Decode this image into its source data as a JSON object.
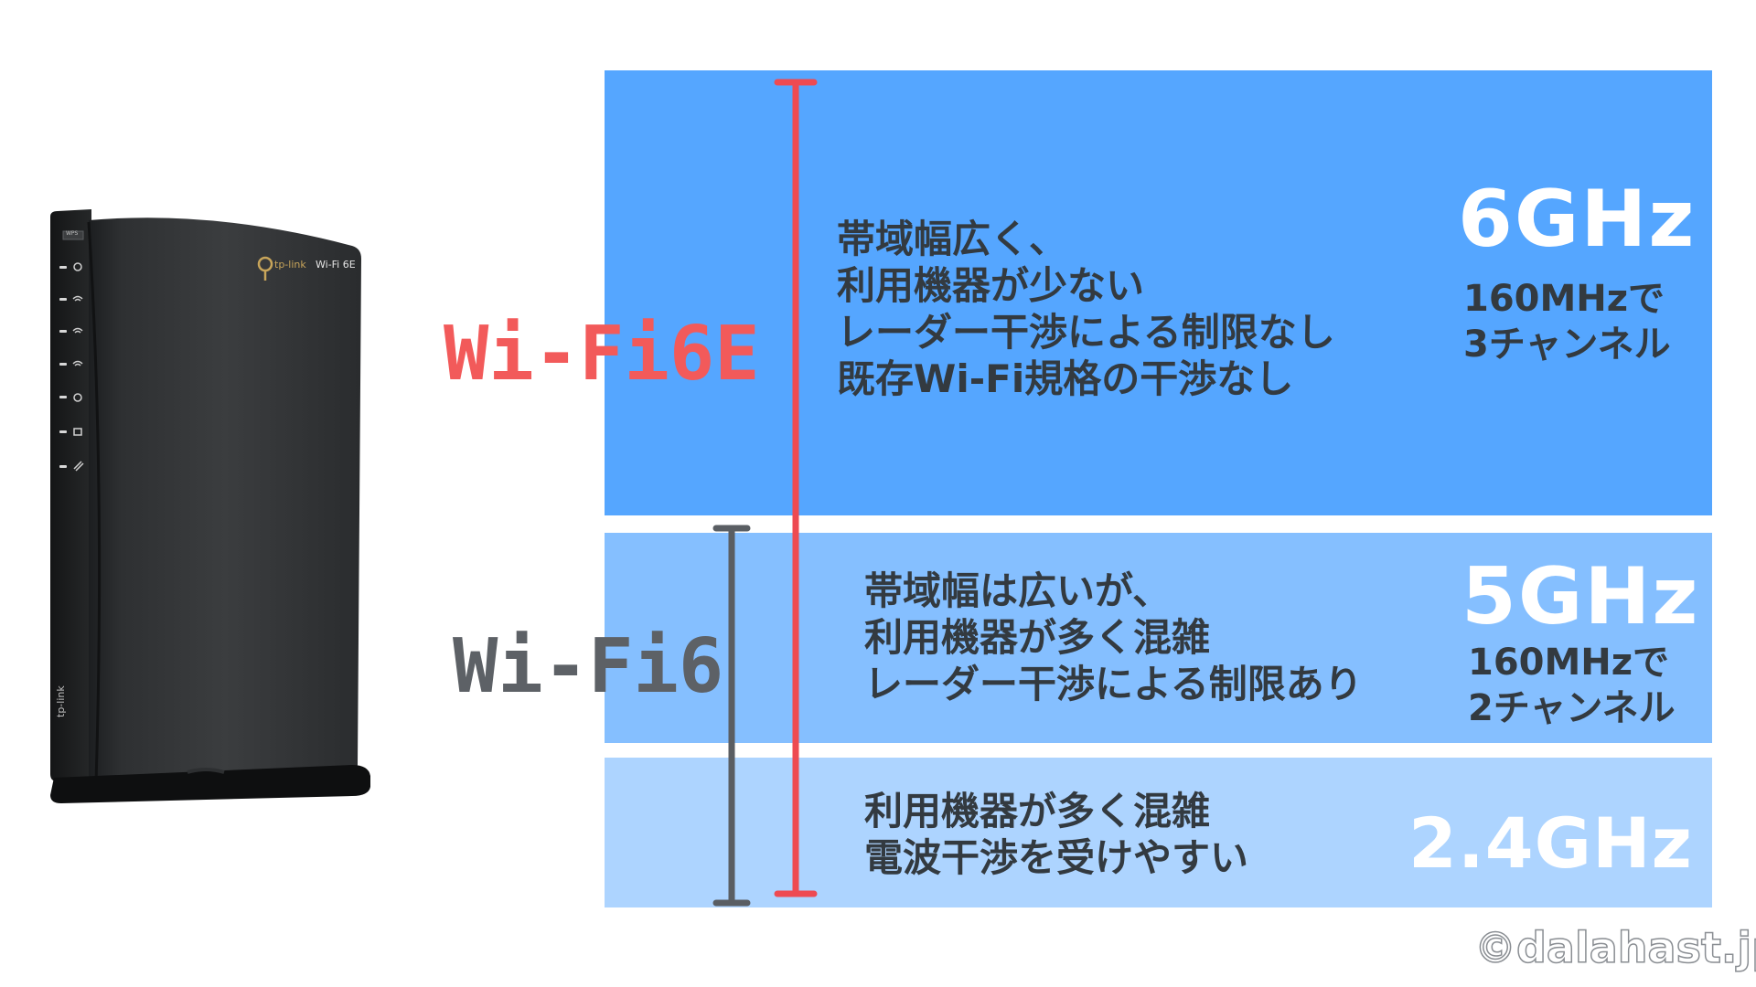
{
  "router": {
    "brand": "tp-link",
    "badge": "Wi-Fi 6E",
    "wps_label": "WPS",
    "icons": [
      "power-icon",
      "wifi-2g-icon",
      "wifi-5g-icon",
      "wifi-6g-icon",
      "internet-icon",
      "lan-icon",
      "wps-icon"
    ]
  },
  "bands": [
    {
      "frequency": "6GHz",
      "description": [
        "帯域幅広く、",
        "利用機器が少ない",
        "レーダー干渉による制限なし",
        "既存Wi-Fi規格の干渉なし"
      ],
      "channels": [
        "160MHzで",
        "3チャンネル"
      ],
      "color": "#55a6ff"
    },
    {
      "frequency": "5GHz",
      "description": [
        "帯域幅は広いが、",
        "利用機器が多く混雑",
        "レーダー干渉による制限あり"
      ],
      "channels": [
        "160MHzで",
        "2チャンネル"
      ],
      "color": "#85bfff"
    },
    {
      "frequency": "2.4GHz",
      "description": [
        "利用機器が多く混雑",
        "電波干渉を受けやすい"
      ],
      "channels": [],
      "color": "#add4ff"
    }
  ],
  "standards": {
    "wifi6e": {
      "label": "Wi-Fi6E",
      "color": "#f25a5a"
    },
    "wifi6": {
      "label": "Wi-Fi6",
      "color": "#5d6166"
    }
  },
  "copyright": "©dalahast.jp"
}
